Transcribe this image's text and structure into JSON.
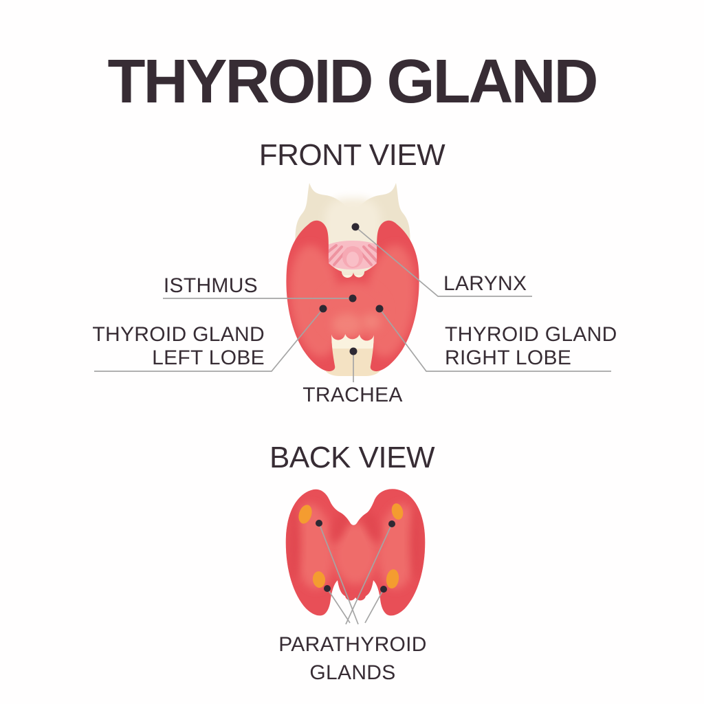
{
  "page": {
    "title": "THYROID GLAND"
  },
  "front_view": {
    "heading": "FRONT VIEW",
    "labels": {
      "isthmus": "ISTHMUS",
      "larynx": "LARYNX",
      "left_lobe_line1": "THYROID GLAND",
      "left_lobe_line2": "LEFT LOBE",
      "right_lobe_line1": "THYROID GLAND",
      "right_lobe_line2": "RIGHT LOBE",
      "trachea": "TRACHEA"
    }
  },
  "back_view": {
    "heading": "BACK VIEW",
    "labels": {
      "parathyroid_line1": "PARATHYROID",
      "parathyroid_line2": "GLANDS"
    }
  },
  "colors": {
    "text": "#372c34",
    "background": "#fffefe",
    "leader_line": "#a5a5a5",
    "marker_dot": "#2e2933",
    "thyroid_red": "#e84f57",
    "thyroid_red_light": "#ef6c6b",
    "thyroid_red_lighter": "#f28279",
    "thyroid_red_dark": "#e1464f",
    "cartilage_cream": "#ede3cc",
    "cartilage_cream_light": "#f4ecda",
    "trachea_cream": "#faf2df",
    "trachea_band": "#f4e2c3",
    "membrane_pink": "#f8bdc5",
    "membrane_stripe": "#ee93a0",
    "membrane_blob": "#f6a9b4",
    "membrane_blob_light": "#f9bfc7",
    "parathyroid_orange": "#f49c30"
  }
}
